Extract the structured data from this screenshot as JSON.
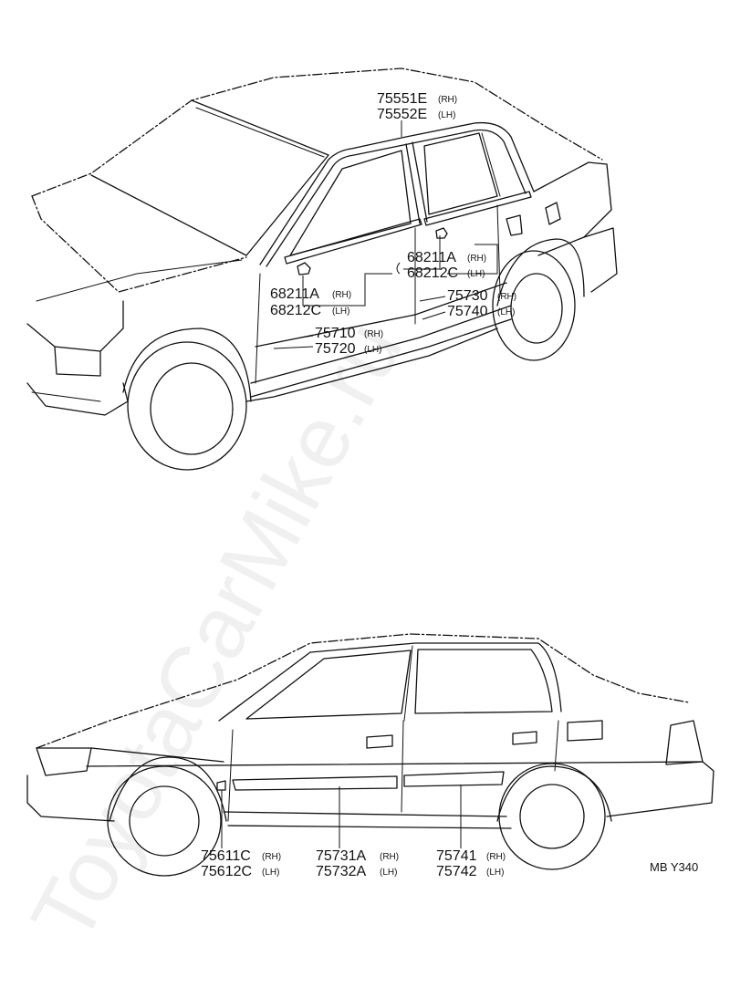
{
  "watermark": "ToyotaCarMike.ru",
  "diagram_code": "MB Y340",
  "callouts": {
    "roof_molding": {
      "rh_part": "75551E",
      "rh_side": "(RH)",
      "lh_part": "75552E",
      "lh_side": "(LH)"
    },
    "rear_clip": {
      "rh_part": "68211A",
      "rh_side": "(RH)",
      "lh_part": "68212C",
      "lh_side": "(LH)"
    },
    "front_clip": {
      "rh_part": "68211A",
      "rh_side": "(RH)",
      "lh_part": "68212C",
      "lh_side": "(LH)"
    },
    "rear_belt": {
      "rh_part": "75730",
      "rh_side": "(RH)",
      "lh_part": "75740",
      "lh_side": "(LH)"
    },
    "front_belt": {
      "rh_part": "75710",
      "rh_side": "(RH)",
      "lh_part": "75720",
      "lh_side": "(LH)"
    },
    "fender_mold": {
      "rh_part": "75611C",
      "rh_side": "(RH)",
      "lh_part": "75612C",
      "lh_side": "(LH)"
    },
    "front_side": {
      "rh_part": "75731A",
      "rh_side": "(RH)",
      "lh_part": "75732A",
      "lh_side": "(LH)"
    },
    "rear_side": {
      "rh_part": "75741",
      "rh_side": "(RH)",
      "lh_part": "75742",
      "lh_side": "(LH)"
    }
  }
}
